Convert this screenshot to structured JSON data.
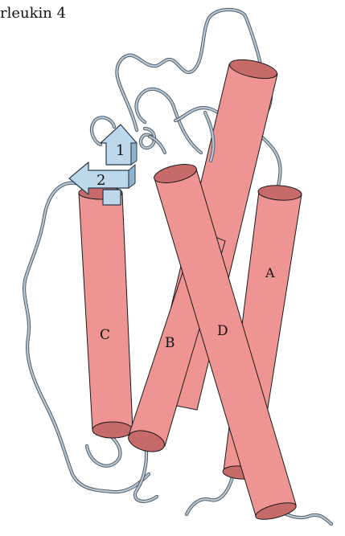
{
  "title": "rleukin 4",
  "colors": {
    "helix_body": "#ee9593",
    "helix_cap": "#c76a6a",
    "helix_outline": "#1a1a1a",
    "loop_fill": "#b9c7d3",
    "loop_outline": "#4f5f6e",
    "strand_fill": "#bcd8ea",
    "strand_outline": "#2a3a4a"
  },
  "helices": [
    {
      "id": "a",
      "label": "A"
    },
    {
      "id": "b",
      "label": "B"
    },
    {
      "id": "c",
      "label": "C"
    },
    {
      "id": "d",
      "label": "D"
    }
  ],
  "strands": [
    {
      "id": "s1",
      "label": "1"
    },
    {
      "id": "s2",
      "label": "2"
    }
  ]
}
